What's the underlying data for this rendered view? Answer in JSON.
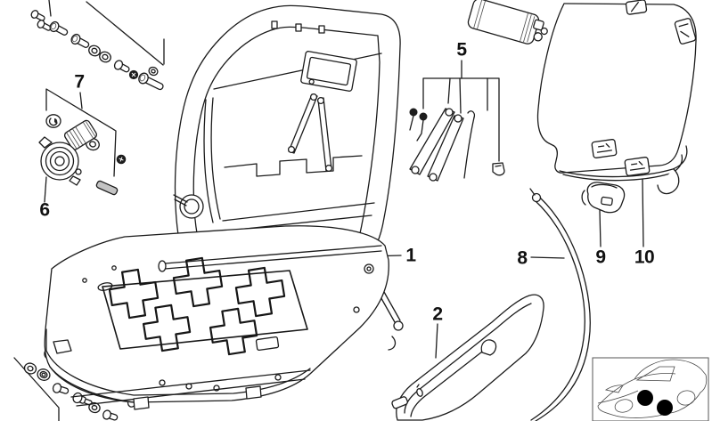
{
  "diagram": {
    "type": "exploded-parts-diagram",
    "subject": "vehicle front seat frame",
    "background": "#ffffff",
    "line_color": "#1b1b1b",
    "callouts": [
      {
        "label": "1",
        "target": "seat-frame-assembly"
      },
      {
        "label": "2",
        "target": "seat-side-trim-panel"
      },
      {
        "label": "5",
        "target": "adjuster-lever-and-rod-set"
      },
      {
        "label": "6",
        "target": "seat-drive-motor"
      },
      {
        "label": "7",
        "target": "motor-fastener-set"
      },
      {
        "label": "8",
        "target": "bowden-cable"
      },
      {
        "label": "9",
        "target": "cable-retaining-clip"
      },
      {
        "label": "10",
        "target": "backrest-trim-panel"
      }
    ],
    "car_locator": {
      "marker_color": "#000000",
      "marker_count": 2
    }
  }
}
